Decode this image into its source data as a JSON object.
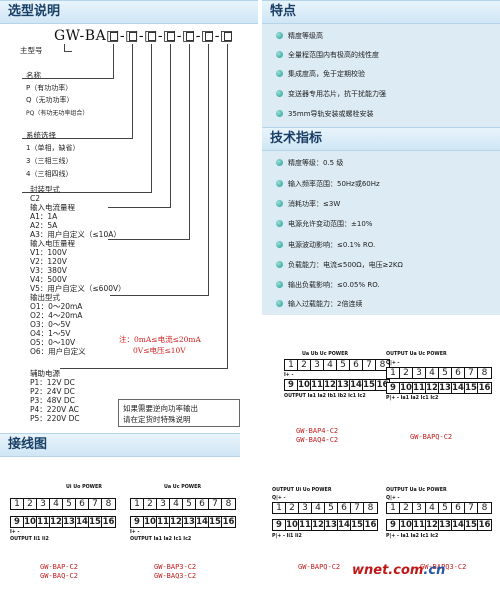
{
  "selection": {
    "header": "选型说明",
    "model_code": "GW-BA□-□-□-□-□-□-□",
    "main_code_label": "主型号",
    "name_title": "名称",
    "name_items": [
      "P（有功功率）",
      "Q（无功功率）",
      "PQ（有功无功率组合）"
    ],
    "system_title": "系统选择",
    "system_items": [
      "1（单相，缺省）",
      "3（三相三线）",
      "4（三相四线）"
    ],
    "package_title": "封装型式",
    "package_value": "C2",
    "input_current_title": "输入电流量程",
    "input_current_items": [
      "A1：1A",
      "A2：5A",
      "A3：用户自定义（≤10A）"
    ],
    "input_voltage_title": "输入电压量程",
    "input_voltage_items": [
      "V1：100V",
      "V2：120V",
      "V3：380V",
      "V4：500V",
      "V5：用户自定义（≤600V）"
    ],
    "output_title": "输出型式",
    "output_items": [
      "O1：0～20mA",
      "O2：4～20mA",
      "O3：0～5V",
      "O4：1～5V",
      "O5：0～10V",
      "O6：用户自定义"
    ],
    "note_lines": [
      "注：0mA≤电流≤20mA",
      "0V≤电压≤10V"
    ],
    "aux_title": "辅助电源",
    "aux_items": [
      "P1：12V DC",
      "P2：24V DC",
      "P3：48V DC",
      "P4：220V AC",
      "P5：220V DC"
    ],
    "info_box_lines": [
      "如果需要逆向功率输出",
      "请在定货时特殊说明"
    ]
  },
  "features": {
    "header": "特点",
    "items": [
      "精度等级高",
      "全量程范围内有极高的线性度",
      "集成度高，免于定期校验",
      "变送器专用芯片，抗干扰能力强",
      "35mm导轨安装或螺栓安装"
    ]
  },
  "specs": {
    "header": "技术指标",
    "items": [
      "精度等级：0.5 级",
      "输入频率范围：50Hz或60Hz",
      "消耗功率：≤3W",
      "电源允许变动范围：±10%",
      "电源波动影响：≤0.1% RO.",
      "负载能力：电流≤500Ω，电压≥2KΩ",
      "输出负载影响：≤0.05% RO.",
      "输入过载能力：2倍连续"
    ]
  },
  "wiring": {
    "header": "接线图"
  },
  "terminal": {
    "top_row": [
      "1",
      "2",
      "3",
      "4",
      "5",
      "6",
      "7",
      "8"
    ],
    "bottom_row": [
      "9",
      "10",
      "11",
      "12",
      "13",
      "14",
      "15",
      "16"
    ]
  },
  "diagrams": {
    "d1": {
      "top_labels": "Ua   Ub   Uc  POWER",
      "bottom_labels": "OUTPUT  Ia1  Ia2  Ib1  Ib2  Ic1  Ic2",
      "left_mark": "I+  -",
      "caption_lines": [
        "GW-BAP4-C2",
        "GW-BAQ4-C2"
      ]
    },
    "d2": {
      "top_labels": "OUTPUT           Ua    Uc  POWER",
      "bottom_labels": "P|+  -   Ia1  Ia2       Ic1  Ic2",
      "left_mark": "Q|+  -",
      "caption_lines": [
        "GW-BAPQ-C2"
      ]
    },
    "d3": {
      "top_labels": "Ui   Uo   POWER",
      "bottom_labels": "OUTPUT  Ii1  Ii2",
      "left_mark": "I+  -",
      "caption_lines": [
        "GW-BAP-C2",
        "GW-BAQ-C2"
      ]
    },
    "d4": {
      "top_labels": "Ua   Uc  POWER",
      "bottom_labels": "OUTPUT  Ia1  Ia2        Ic1  Ic2",
      "left_mark": "I+  -",
      "caption_lines": [
        "GW-BAP3-C2",
        "GW-BAQ3-C2"
      ]
    },
    "d5": {
      "top_labels": "OUTPUT    Ui   Uo   POWER",
      "bottom_labels": "P|+  -   Ii1  Ii2",
      "left_mark": "Q|+  -",
      "caption_lines": [
        "GW-BAPQ-C2"
      ]
    },
    "d6": {
      "top_labels": "OUTPUT         Ua    Uc  POWER",
      "bottom_labels": "P|+  -   Ia1  Ia2      Ic1  Ic2",
      "left_mark": "Q|+  -",
      "caption_lines": [
        "GW-BAPQ3-C2"
      ]
    }
  },
  "watermark": {
    "prefix": "wnet.com",
    "suffix": ".cn"
  }
}
